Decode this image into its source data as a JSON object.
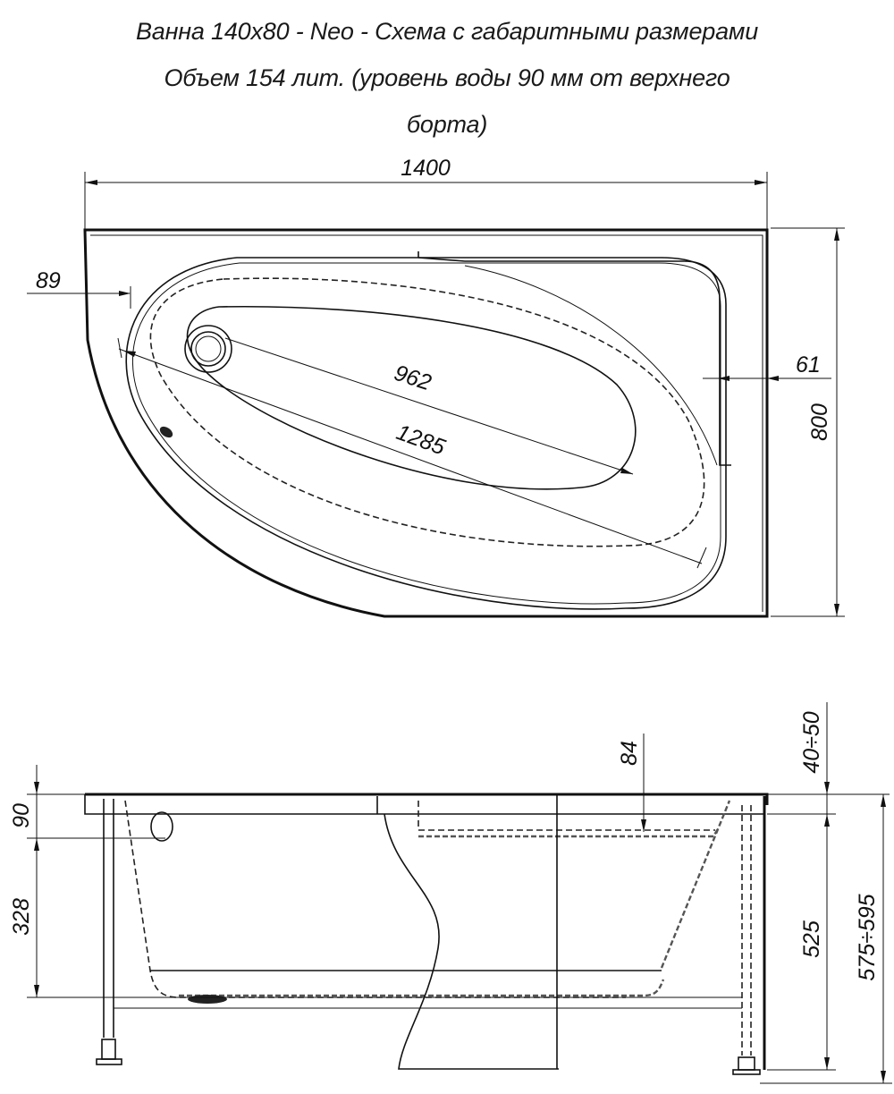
{
  "title": {
    "line1": "Ванна 140x80 - Neo - Схема с габаритными размерами",
    "line2": "Объем 154 лит. (уровень воды 90 мм от верхнего",
    "line3": "борта)"
  },
  "top_view": {
    "dimensions": {
      "overall_width": "1400",
      "overall_depth": "800",
      "rim_left_offset": "89",
      "rim_right_offset": "61",
      "inner_length": "962",
      "outer_length": "1285"
    }
  },
  "side_view": {
    "dimensions": {
      "rim_water_level": "90",
      "bowl_depth": "328",
      "shelf_depth": "84",
      "leg_adjust": "40÷50",
      "panel_height": "525",
      "total_height": "575÷595"
    }
  },
  "colors": {
    "line": "#111111",
    "background": "#ffffff"
  }
}
